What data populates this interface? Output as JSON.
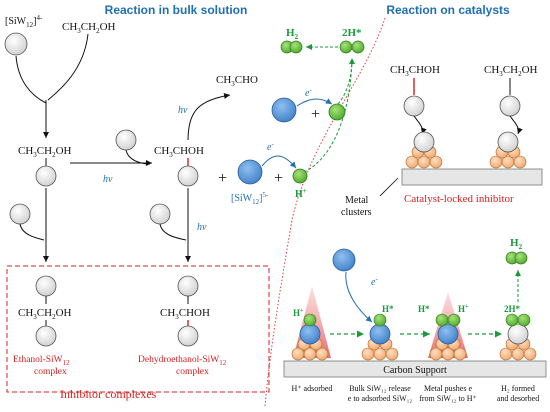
{
  "headers": {
    "left": "Reaction in bulk solution",
    "right": "Reaction on catalysts"
  },
  "formulas": {
    "siw_anion": "[SiW",
    "siw_sub": "12",
    "siw_charge": "]",
    "siw_sup4": "4-",
    "siw_sup5": "5-",
    "ethanol_free": "CH3CH2OH",
    "ethanol_bound": "CH3CH2OH",
    "radical": "CH3CHOH",
    "acetaldehyde": "CH3CHO",
    "ethanol_complex": "CH3CH2OH",
    "radical_complex": "CH3CHOH",
    "cat_radical": "CH3CHOH",
    "cat_ethanol": "CH3CH2OH"
  },
  "labels": {
    "hv": "hv",
    "e": "e",
    "minus": "-",
    "plus": "+",
    "h2": "H",
    "h2_sub": "2",
    "two_h_star": "2H*",
    "h_plus": "H",
    "h_star": "H*",
    "metal_clusters": "Metal clusters",
    "catalyst_locked_inhibitor": "Catalyst-locked inhibitor",
    "carbon_support": "Carbon Support",
    "ethanol_complex": "Ethanol-SiW",
    "ethanol_complex_2": "complex",
    "dehydro_complex": "Dehydroethanol-SiW",
    "dehydro_complex_2": "complex",
    "inhibitor_complexes": "Inhibitor complexes",
    "step1": "H⁺ adsorbed",
    "step2a": "Bulk SiW₁₂ release",
    "step2b": "e to adsorbed SiW₁₂",
    "step3a": "Metal pushes e",
    "step3b": "from SiW₁₂ to H⁺",
    "step4a": "H₂ formed",
    "step4b": "and desorbed"
  },
  "colors": {
    "blue_header": "#1f6fb2",
    "green_h": "#6ac13a",
    "blue_siw": "#4f8fd8",
    "red_text": "#d62020",
    "metal": "#f3b787"
  }
}
